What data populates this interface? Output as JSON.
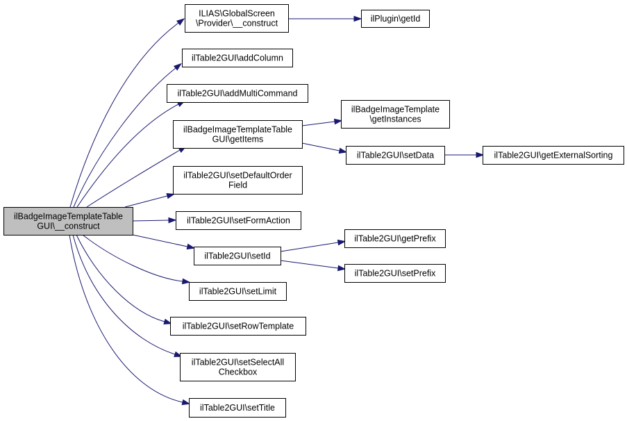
{
  "nodes": {
    "root": [
      "ilBadgeImageTemplateTable",
      "GUI\\__construct"
    ],
    "globalscreen": [
      "ILIAS\\GlobalScreen",
      "\\Provider\\__construct"
    ],
    "plugin_getid": [
      "ilPlugin\\getId"
    ],
    "addcolumn": [
      "ilTable2GUI\\addColumn"
    ],
    "addmulticommand": [
      "ilTable2GUI\\addMultiCommand"
    ],
    "getitems": [
      "ilBadgeImageTemplateTable",
      "GUI\\getItems"
    ],
    "getinstances": [
      "ilBadgeImageTemplate",
      "\\getInstances"
    ],
    "setdata": [
      "ilTable2GUI\\setData"
    ],
    "getexternalsorting": [
      "ilTable2GUI\\getExternalSorting"
    ],
    "setdefaultorderfield": [
      "ilTable2GUI\\setDefaultOrder",
      "Field"
    ],
    "setformaction": [
      "ilTable2GUI\\setFormAction"
    ],
    "setid": [
      "ilTable2GUI\\setId"
    ],
    "getprefix": [
      "ilTable2GUI\\getPrefix"
    ],
    "setprefix": [
      "ilTable2GUI\\setPrefix"
    ],
    "setlimit": [
      "ilTable2GUI\\setLimit"
    ],
    "setrowtemplate": [
      "ilTable2GUI\\setRowTemplate"
    ],
    "setselectall": [
      "ilTable2GUI\\setSelectAll",
      "Checkbox"
    ],
    "settitle": [
      "ilTable2GUI\\setTitle"
    ]
  },
  "edges": [
    [
      "root",
      "globalscreen"
    ],
    [
      "globalscreen",
      "plugin_getid"
    ],
    [
      "root",
      "addcolumn"
    ],
    [
      "root",
      "addmulticommand"
    ],
    [
      "root",
      "getitems"
    ],
    [
      "getitems",
      "getinstances"
    ],
    [
      "getitems",
      "setdata"
    ],
    [
      "setdata",
      "getexternalsorting"
    ],
    [
      "root",
      "setdefaultorderfield"
    ],
    [
      "root",
      "setformaction"
    ],
    [
      "root",
      "setid"
    ],
    [
      "setid",
      "getprefix"
    ],
    [
      "setid",
      "setprefix"
    ],
    [
      "root",
      "setlimit"
    ],
    [
      "root",
      "setrowtemplate"
    ],
    [
      "root",
      "setselectall"
    ],
    [
      "root",
      "settitle"
    ]
  ],
  "colors": {
    "edge": "#191970",
    "root_fill": "#bfbfbf",
    "node_fill": "#ffffff",
    "node_border": "#000000"
  }
}
